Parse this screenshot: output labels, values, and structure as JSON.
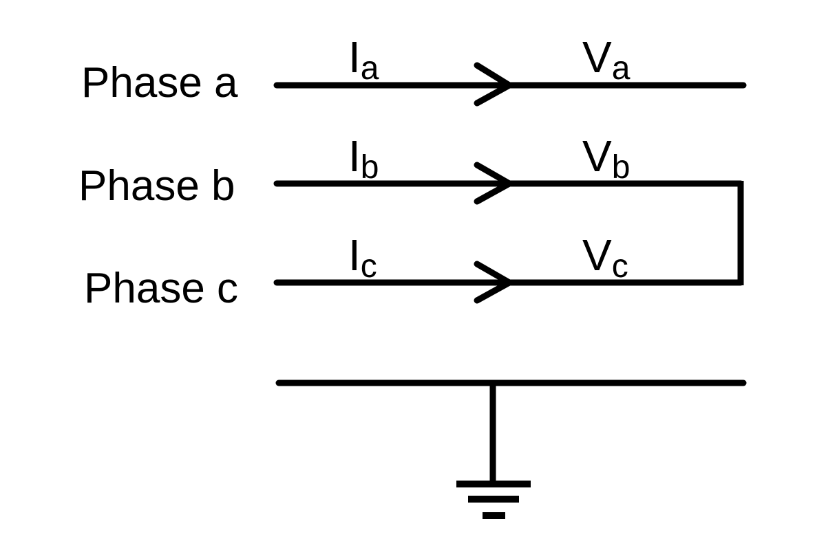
{
  "phases": [
    {
      "label": "Phase a",
      "current_symbol": "I",
      "current_subscript": "a",
      "voltage_symbol": "V",
      "voltage_subscript": "a"
    },
    {
      "label": "Phase b",
      "current_symbol": "I",
      "current_subscript": "b",
      "voltage_symbol": "V",
      "voltage_subscript": "b"
    },
    {
      "label": "Phase c",
      "current_symbol": "I",
      "current_subscript": "c",
      "voltage_symbol": "V",
      "voltage_subscript": "c"
    }
  ],
  "connections": {
    "phase_b_c_shorted": true,
    "ground_conductor": true
  },
  "icons": {
    "ground": "ground-icon",
    "current_direction": "arrow-right-icon"
  },
  "colors": {
    "line": "#000000",
    "background": "#ffffff"
  }
}
